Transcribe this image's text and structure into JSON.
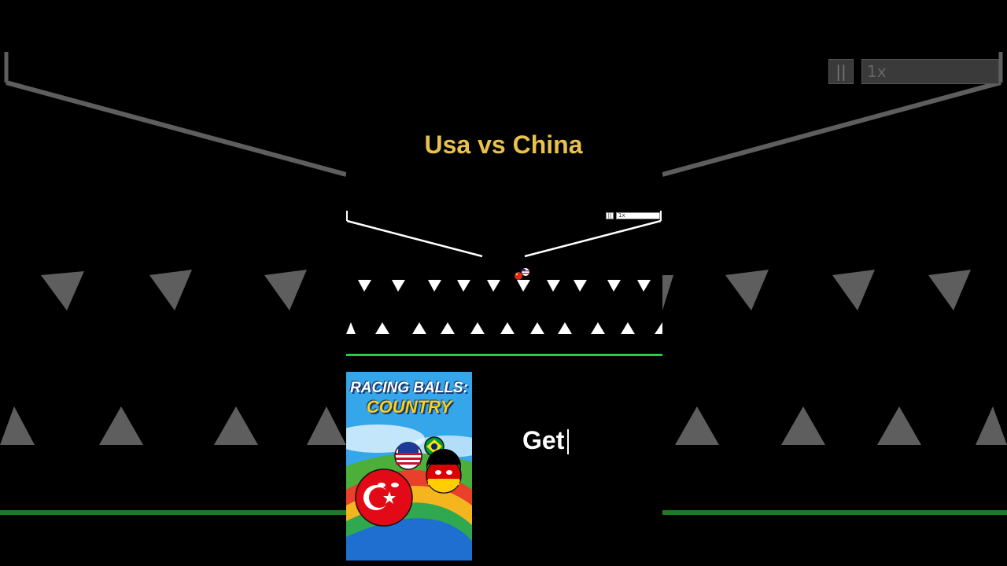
{
  "game": {
    "title": "Usa vs China",
    "speed_label": "1x",
    "pause_label": "||",
    "accent_color": "#e8c24a",
    "finish_line_color": "#2ecc40"
  },
  "ad": {
    "poster_title_line1": "RACING BALLS:",
    "poster_title_line2": "COUNTRY",
    "cta_text": "Get"
  },
  "icons": {
    "balls": [
      "usa-flag-ball-icon",
      "brazil-flag-ball-icon",
      "turkey-flag-ball-icon",
      "germany-flag-ball-icon"
    ]
  }
}
